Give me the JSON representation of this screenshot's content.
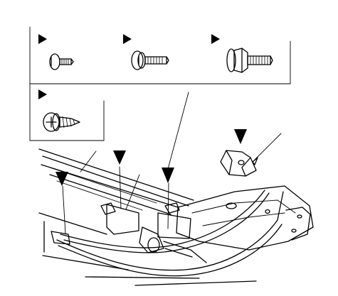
{
  "figure": {
    "type": "exploded-parts-illustration",
    "colors": {
      "ink": "#000000",
      "paper": "#ffffff"
    },
    "legend": {
      "fastener_kinds": [
        {
          "icon": "pan-head-screw-with-washer-icon",
          "marker": "triangle-pointer-icon"
        },
        {
          "icon": "flat-washer-head-bolt-icon",
          "marker": "triangle-pointer-icon"
        },
        {
          "icon": "flange-hex-bolt-icon",
          "marker": "triangle-pointer-icon"
        },
        {
          "icon": "self-tapping-screw-icon",
          "marker": "triangle-pointer-icon"
        }
      ]
    },
    "callouts": {
      "fastener_markers": 4,
      "leader_lines": 6
    }
  }
}
